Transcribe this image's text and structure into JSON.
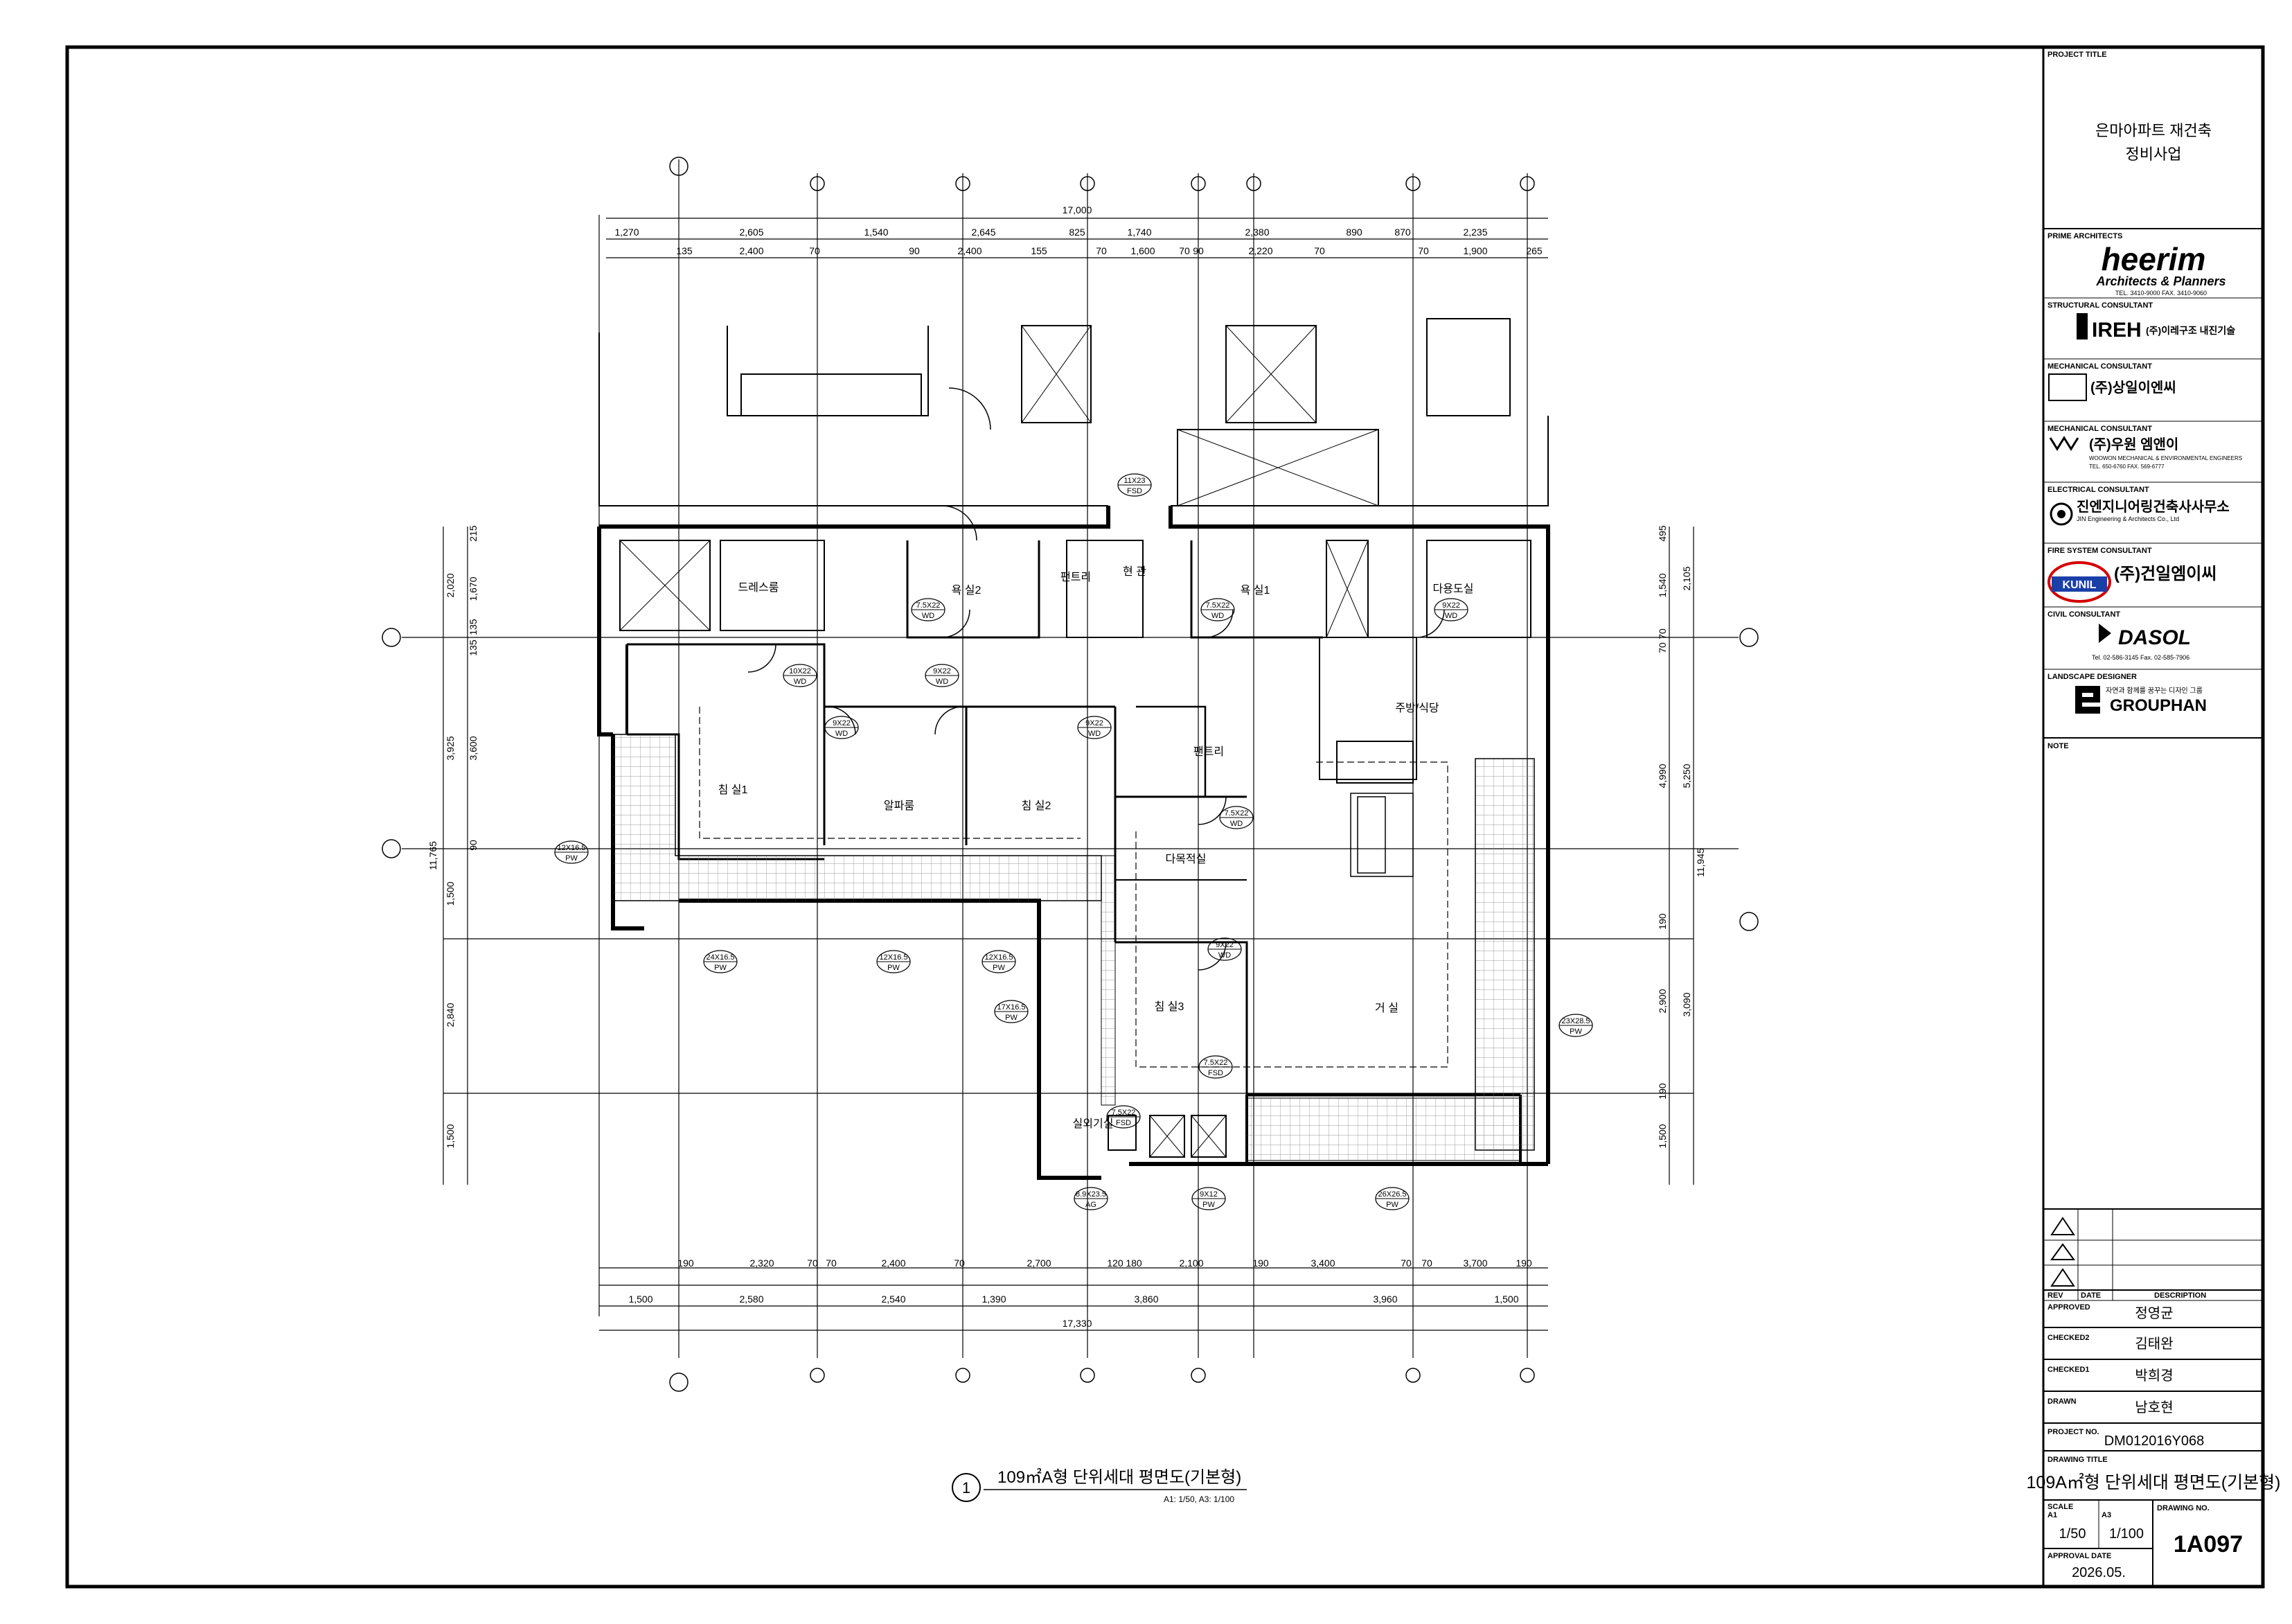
{
  "title_block": {
    "project_title_label": "PROJECT TITLE",
    "project_title_line1": "은마아파트 재건축",
    "project_title_line2": "정비사업",
    "prime_architects_label": "PRIME ARCHITECTS",
    "prime_architect_name": "heerim",
    "prime_architect_sub": "Architects & Planners",
    "prime_architect_tel": "TEL. 3410-9000  FAX. 3410-9060",
    "structural_label": "STRUCTURAL CONSULTANT",
    "structural_name": "IREH",
    "structural_name_kr": "(주)이레구조 내진기술",
    "mechanical_label_1": "MECHANICAL CONSULTANT",
    "mechanical_name_1": "(주)상일이엔씨",
    "mechanical_label_2": "MECHANICAL CONSULTANT",
    "mechanical_name_2": "(주)우원 엠앤이",
    "mechanical_sub_2": "WOOWON MECHANICAL & ENVIRONMENTAL ENGINEERS",
    "mechanical_tel_2": "TEL. 650-6760  FAX. 569-6777",
    "electrical_label": "ELECTRICAL CONSULTANT",
    "electrical_name": "진엔지니어링건축사사무소",
    "electrical_sub": "JIN Engineering & Architects Co., Ltd",
    "fire_label": "FIRE SYSTEM CONSULTANT",
    "fire_logo": "KUNIL",
    "fire_name": "(주)건일엠이씨",
    "civil_label": "CIVIL CONSULTANT",
    "civil_name": "DASOL",
    "civil_tel": "Tel. 02-586-3145  Fax. 02-585-7906",
    "landscape_label": "LANDSCAPE DESIGNER",
    "landscape_name": "GROUPHAN",
    "landscape_slogan": "자연과 함께를 꿈꾸는 디자인 그룹",
    "note_label": "NOTE",
    "rev_label": "REV",
    "date_label": "DATE",
    "description_label": "DESCRIPTION",
    "approved_label": "APPROVED",
    "approved_name": "정영균",
    "checked2_label": "CHECKED2",
    "checked2_name": "김태완",
    "checked1_label": "CHECKED1",
    "checked1_name": "박희경",
    "drawn_label": "DRAWN",
    "drawn_name": "남호현",
    "project_no_label": "PROJECT NO.",
    "project_no": "DM012016Y068",
    "drawing_title_label": "DRAWING TITLE",
    "drawing_title": "109A㎡형 단위세대 평면도(기본형)",
    "scale_label": "SCALE",
    "a1_label": "A1",
    "a3_label": "A3",
    "scale_a1": "1/50",
    "scale_a3": "1/100",
    "drawing_no_label": "DRAWING NO.",
    "drawing_no": "1A097",
    "approval_date_label": "APPROVAL DATE",
    "approval_date": "2026.05."
  },
  "caption": {
    "number": "1",
    "title": "109㎡A형 단위세대 평면도(기본형)",
    "scale": "A1: 1/50,  A3: 1/100"
  },
  "rooms": {
    "dress_room": "드레스룸",
    "bath2": "욕 실2",
    "pantry1": "팬트리",
    "entrance": "현 관",
    "bath1": "욕 실1",
    "utility": "다용도실",
    "bedroom1": "침 실1",
    "alpha_room": "알파룸",
    "bedroom2": "침 실2",
    "pantry2": "팬트리",
    "kitchen": "주방/식당",
    "multi_room": "다목적실",
    "bedroom3": "침 실3",
    "living": "거 실",
    "outdoor_unit": "실외기실"
  },
  "dimensions": {
    "top_total": "17,000",
    "top_row1": [
      "1,270",
      "2,605",
      "1,540",
      "2,645",
      "825",
      "1,740",
      "2,380",
      "890",
      "870",
      "2,235"
    ],
    "top_row2": [
      "135",
      "2,400",
      "70",
      "90",
      "2,400",
      "155",
      "70",
      "1,600",
      "70",
      "90",
      "2,220",
      "70",
      "70",
      "1,900",
      "265"
    ],
    "bottom_row1": [
      "190",
      "2,320",
      "70",
      "70",
      "2,400",
      "70",
      "2,700",
      "120",
      "180",
      "2,100",
      "190",
      "3,400",
      "70",
      "70",
      "3,700",
      "190"
    ],
    "bottom_row2": [
      "1,500",
      "2,580",
      "2,540",
      "1,390",
      "3,860",
      "3,960",
      "1,500"
    ],
    "bottom_total": "17,330",
    "left_total": "11,765",
    "left_row1": [
      "2,020",
      "3,925",
      "1,500",
      "2,840",
      "1,500"
    ],
    "left_row2": [
      "215",
      "1,670",
      "135",
      "135",
      "3,600",
      "90"
    ],
    "right_total": "11,945",
    "right_row1": [
      "2,105",
      "5,250",
      "3,090"
    ],
    "right_row2": [
      "495",
      "1,540",
      "70",
      "70",
      "4,990",
      "190",
      "2,900",
      "190",
      "1,500"
    ]
  },
  "door_tags": [
    {
      "size": "11X23",
      "type": "FSD"
    },
    {
      "size": "7.5X22",
      "type": "WD"
    },
    {
      "size": "7.5X22",
      "type": "WD"
    },
    {
      "size": "9X22",
      "type": "WD"
    },
    {
      "size": "10X22",
      "type": "WD"
    },
    {
      "size": "9X22",
      "type": "WD"
    },
    {
      "size": "9X22",
      "type": "WD"
    },
    {
      "size": "9X22",
      "type": "WD"
    },
    {
      "size": "7.5X22",
      "type": "WD"
    },
    {
      "size": "9X22",
      "type": "WD"
    },
    {
      "size": "7.5X22",
      "type": "FSD"
    },
    {
      "size": "7.5X22",
      "type": "FSD"
    }
  ],
  "window_tags": [
    {
      "size": "12X16.5",
      "type": "PW"
    },
    {
      "size": "24X16.5",
      "type": "PW"
    },
    {
      "size": "12X16.5",
      "type": "PW"
    },
    {
      "size": "12X16.5",
      "type": "PW"
    },
    {
      "size": "17X16.5",
      "type": "PW"
    },
    {
      "size": "23X28.5",
      "type": "PW"
    },
    {
      "size": "8.9X23.5",
      "type": "AG"
    },
    {
      "size": "9X12",
      "type": "PW"
    },
    {
      "size": "26X26.5",
      "type": "PW"
    }
  ]
}
